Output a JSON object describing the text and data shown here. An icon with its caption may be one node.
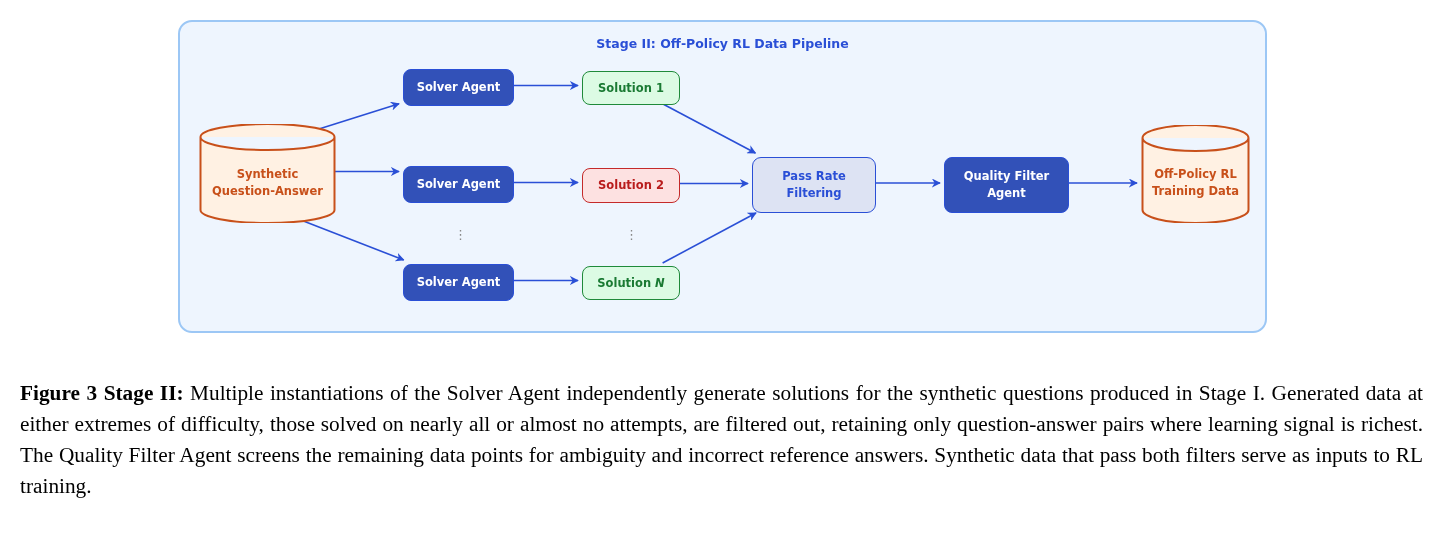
{
  "diagram": {
    "caption": "**Figure 3** **Stage II:** Multiple instantiations of the Solver Agent independently generate solutions for the synthetic questions produced in Stage I. Generated data at either extremes of difficulty, those solved on nearly all or almost no attempts, are filtered out, retaining only question-answer pairs where learning signal is richest. The Quality Filter Agent screens the remaining data points for ambiguity and incorrect reference answers. Synthetic data that pass both filters serve as inputs to RL training.",
    "nodes": [
      {
        "text": [
          "Stage II: Off-Policy RL Data Pipeline"
        ]
      },
      {
        "text": [
          "Synthetic Question-Answer"
        ],
        "in": 0
      },
      {
        "text": [
          "Solver Agent"
        ],
        "in": 0
      },
      {
        "text": [
          "Solver Agent"
        ],
        "in": 0
      },
      {
        "text": [
          "Solver Agent"
        ],
        "in": 0
      },
      {
        "text": [
          "Solution 1"
        ],
        "in": 0
      },
      {
        "text": [
          "Solution 2"
        ],
        "in": 0
      },
      {
        "text": [
          "Solution *N*"
        ],
        "in": 0
      },
      {
        "text": [
          "Pass Rate Filtering"
        ],
        "in": 0
      },
      {
        "text": [
          "Quality Filter Agent"
        ],
        "in": 0
      },
      {
        "text": [
          "Off-Policy RL Training Data"
        ],
        "in": 0
      }
    ],
    "edges": [
      {
        "from": 1,
        "to": 2,
        "arrow": "to"
      },
      {
        "from": 1,
        "to": 3,
        "arrow": "to"
      },
      {
        "from": 1,
        "to": 4,
        "arrow": "to"
      },
      {
        "from": 2,
        "to": 5,
        "arrow": "to"
      },
      {
        "from": 3,
        "to": 6,
        "arrow": "to"
      },
      {
        "from": 4,
        "to": 7,
        "arrow": "to"
      },
      {
        "from": 5,
        "to": 8,
        "arrow": "to"
      },
      {
        "from": 6,
        "to": 8,
        "arrow": "to"
      },
      {
        "from": 7,
        "to": 8,
        "arrow": "to"
      },
      {
        "from": 8,
        "to": 9,
        "arrow": "to"
      },
      {
        "from": 9,
        "to": 10,
        "arrow": "to"
      }
    ],
    "labels": [
      "⋮",
      "⋮"
    ]
  }
}
